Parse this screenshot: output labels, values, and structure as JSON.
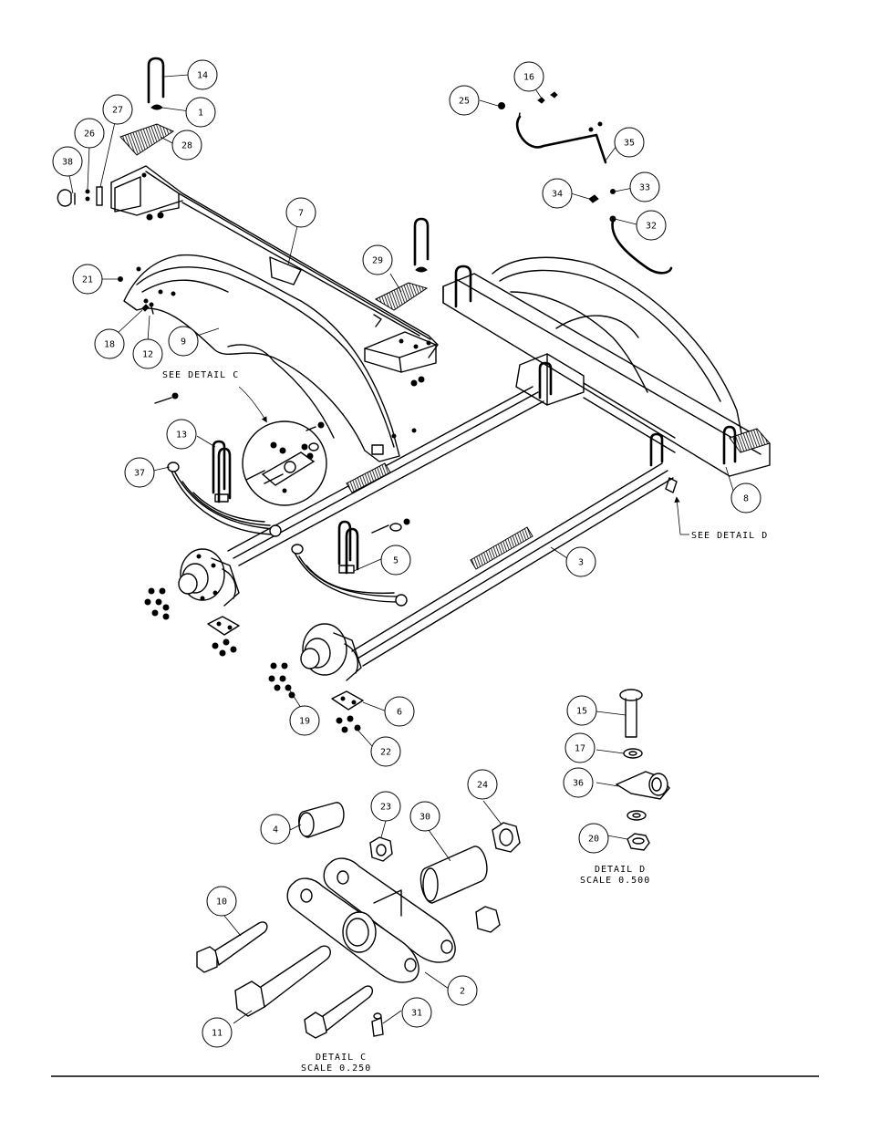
{
  "callouts": [
    {
      "id": "c14",
      "label": "14"
    },
    {
      "id": "c1",
      "label": "1"
    },
    {
      "id": "c27",
      "label": "27"
    },
    {
      "id": "c28",
      "label": "28"
    },
    {
      "id": "c26",
      "label": "26"
    },
    {
      "id": "c38",
      "label": "38"
    },
    {
      "id": "c7",
      "label": "7"
    },
    {
      "id": "c29",
      "label": "29"
    },
    {
      "id": "c21",
      "label": "21"
    },
    {
      "id": "c18",
      "label": "18"
    },
    {
      "id": "c12",
      "label": "12"
    },
    {
      "id": "c9",
      "label": "9"
    },
    {
      "id": "c13",
      "label": "13"
    },
    {
      "id": "c37",
      "label": "37"
    },
    {
      "id": "c5",
      "label": "5"
    },
    {
      "id": "c3",
      "label": "3"
    },
    {
      "id": "c8",
      "label": "8"
    },
    {
      "id": "c19",
      "label": "19"
    },
    {
      "id": "c6",
      "label": "6"
    },
    {
      "id": "c22",
      "label": "22"
    },
    {
      "id": "c25",
      "label": "25"
    },
    {
      "id": "c16",
      "label": "16"
    },
    {
      "id": "c35",
      "label": "35"
    },
    {
      "id": "c34",
      "label": "34"
    },
    {
      "id": "c33",
      "label": "33"
    },
    {
      "id": "c32",
      "label": "32"
    },
    {
      "id": "c15",
      "label": "15"
    },
    {
      "id": "c17",
      "label": "17"
    },
    {
      "id": "c36",
      "label": "36"
    },
    {
      "id": "c20",
      "label": "20"
    },
    {
      "id": "c4",
      "label": "4"
    },
    {
      "id": "c23",
      "label": "23"
    },
    {
      "id": "c30",
      "label": "30"
    },
    {
      "id": "c24",
      "label": "24"
    },
    {
      "id": "c10",
      "label": "10"
    },
    {
      "id": "c11",
      "label": "11"
    },
    {
      "id": "c2",
      "label": "2"
    },
    {
      "id": "c31",
      "label": "31"
    }
  ],
  "notes": {
    "see_detail_c": "SEE DETAIL  C",
    "see_detail_d": "SEE DETAIL  D",
    "detail_d_title": "DETAIL  D",
    "detail_d_scale": "SCALE  0.500",
    "detail_c_title": "DETAIL  C",
    "detail_c_scale": "SCALE  0.250"
  }
}
